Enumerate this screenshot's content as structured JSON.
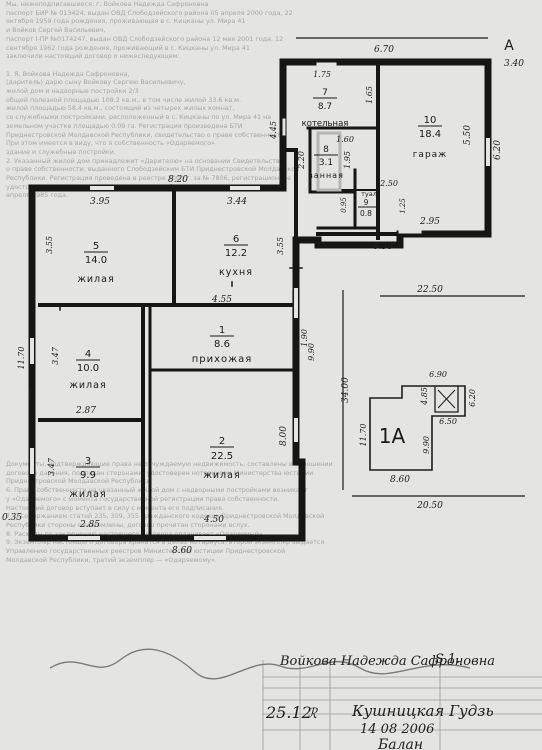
{
  "background_text": {
    "top": [
      "Мы, нижеподписавшиеся: г. Войкова Надежда Сафроновна",
      "паспорт БИР № 013424, выдан ОВД Слободзейского района 05 апреля 2000 года, 22",
      "октября 1959 года рождения, проживающая в с. Кицканы ул. Мира 41",
      "и Войков Сергей Васильевич,",
      "паспорт I-ПР №0174247, выдан ОВД Слободзейского района 12 мая 2001 года, 12",
      "сентября 1962 года рождения, проживающий в с. Кицканы ул. Мира 41",
      "заключили настоящий договор о нижеследующем:",
      "",
      "1. Я, Войкова Надежда Сафроновна,",
      "(даритель) дарю сыну Войкову Сергею Васильевичу,",
      "жилой дом и надворные постройки 2/3",
      "общей полезной площадью 108.2 кв.м., в том числе жилой 33.6 кв.м.",
      "жилой площадью 58.4 кв.м., состоящий из четырех жилых комнат,",
      "со служебными постройками, расположенный в с. Кицканы по ул. Мира 41 на",
      "земельном участке площадью 0.09 га. Регистрация произведена БТИ",
      "Приднестровской Молдавской Республики, свидетельство о праве собственности",
      "При этом имеется в виду, что я собственность «Одаряемого»",
      "здание и служебные постройки.",
      "2. Указанный жилой дом принадлежит «Дарителю» на основании Свидетельства",
      "о праве собственности, выданного Слободзейским БТИ Приднестровской Молдавской",
      "Республики. Регистрация проведена в реестре 2000 г. за № 7806, регистрационное",
      "удостоверение выдано Приднестровским республиканским БТИ. «Одаряемый» 15",
      "апреля 1985 года."
    ],
    "bottom": [
      "Документы, подтверждающие права на отчуждаемую недвижимость, составлены в отношении",
      "договора дарения, подписан сторонами, удостоверен нотариусом Министерства юстиции",
      "Приднестровской Молдавской Республики.",
      "6. Право собственности на указанный жилой дом с надворными постройками возникает",
      "у «Одаряемого» с момента государственной регистрации права собственности.",
      "Настоящий договор вступает в силу с момента его подписания.",
      "7. С содержанием статей 235, 309, 355 Гражданского кодекса Приднестровской Молдавской",
      "Республики стороны ознакомлены, договор прочитан сторонами вслух.",
      "8. Расходы по заключению настоящего договора оплачивает «Одаряемый».",
      "9. Экземпляр настоящего договора хранится в делах нотариуса, второй экземпляр выдается",
      "Управлению государственных реестров Министерства юстиции Приднестровской",
      "Молдавской Республики, третий экземпляр — «Одаряемому»."
    ]
  },
  "plan": {
    "corner_letter": "А",
    "building_label": "1А",
    "rooms": [
      {
        "number": "1",
        "area": "8.6",
        "name": "прихожая"
      },
      {
        "number": "2",
        "area": "22.5",
        "name": "жилая"
      },
      {
        "number": "3",
        "area": "9.9",
        "name": "жилая"
      },
      {
        "number": "4",
        "area": "10.0",
        "name": "жилая"
      },
      {
        "number": "5",
        "area": "14.0",
        "name": "жилая"
      },
      {
        "number": "6",
        "area": "12.2",
        "name": "кухня"
      },
      {
        "number": "7",
        "area": "8.7",
        "name": "котельная"
      },
      {
        "number": "8",
        "area": "3.1",
        "name": "ванная"
      },
      {
        "number": "9",
        "area": "0.8",
        "name": "туал"
      },
      {
        "number": "10",
        "area": "18.4",
        "name": "гараж"
      }
    ],
    "dimensions": {
      "d_340": "3.40",
      "d_670": "6.70",
      "d_175": "1.75",
      "d_165": "1.65",
      "d_445": "4.45",
      "d_160": "1.60",
      "d_195": "1.95",
      "d_220": "2.20",
      "d_250": "2.50",
      "d_095": "0.95",
      "d_125": "1.25",
      "d_295": "2.95",
      "d_550": "5.50",
      "d_620": "6.20",
      "d_650": "6.50",
      "d_820": "8.20",
      "d_395": "3.95",
      "d_344": "3.44",
      "d_355": "3.55",
      "d_355b": "3.55",
      "d_455": "4.55",
      "d_190": "1.90",
      "d_990": "9.90",
      "d_1170": "11.70",
      "d_347": "3.47",
      "d_287": "2.87",
      "d_347b": "3.47",
      "d_800": "8.00",
      "d_035": "0.35",
      "d_285": "2.85",
      "d_450": "4.50",
      "d_860": "8.60",
      "d_2250": "22.50",
      "d_3400": "34.00",
      "d_2050": "20.50",
      "s_690": "6.90",
      "s_485": "4.85",
      "s_620": "6.20",
      "s_650": "6.50",
      "s_990": "9.90",
      "s_1170": "11.70",
      "s_860": "8.60"
    }
  },
  "signature": {
    "text": "Войкова Надежда Сафроновна",
    "date_short": "25.12",
    "mark": "Кушницкая Гудзь",
    "date": "14 08 2006",
    "name": "Балан",
    "tag": "S.1."
  }
}
